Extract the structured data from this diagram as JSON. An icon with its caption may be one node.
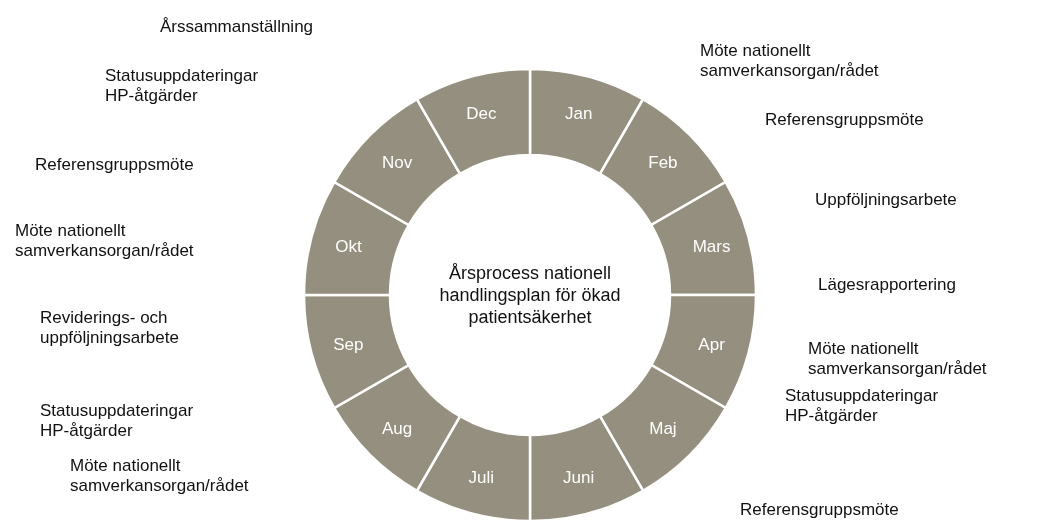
{
  "diagram": {
    "nodes": [
      {
        "text": [
          "Årsprocess nationell handlingsplan för ökad patientsäkerhet"
        ]
      },
      {
        "text": [
          "Jan"
        ]
      },
      {
        "text": [
          "Feb"
        ]
      },
      {
        "text": [
          "Mars"
        ]
      },
      {
        "text": [
          "Apr"
        ]
      },
      {
        "text": [
          "Maj"
        ]
      },
      {
        "text": [
          "Juni"
        ]
      },
      {
        "text": [
          "Juli"
        ]
      },
      {
        "text": [
          "Aug"
        ]
      },
      {
        "text": [
          "Sep"
        ]
      },
      {
        "text": [
          "Okt"
        ]
      },
      {
        "text": [
          "Nov"
        ]
      },
      {
        "text": [
          "Dec"
        ]
      }
    ],
    "labels": [
      "Årssammanställning",
      "Möte nationellt samverkansorgan/rådet",
      "Statusuppdateringar HP-åtgärder",
      "Referensgruppsmöte",
      "Referensgruppsmöte",
      "Uppföljningsarbete",
      "Möte nationellt samverkansorgan/rådet",
      "Lägesrapportering",
      "Reviderings- och uppföljningsarbete",
      "Möte nationellt samverkansorgan/rådet",
      "Statusuppdateringar HP-åtgärder",
      "Statusuppdateringar HP-åtgärder",
      "Möte nationellt samverkansorgan/rådet",
      "Referensgruppsmöte"
    ]
  }
}
